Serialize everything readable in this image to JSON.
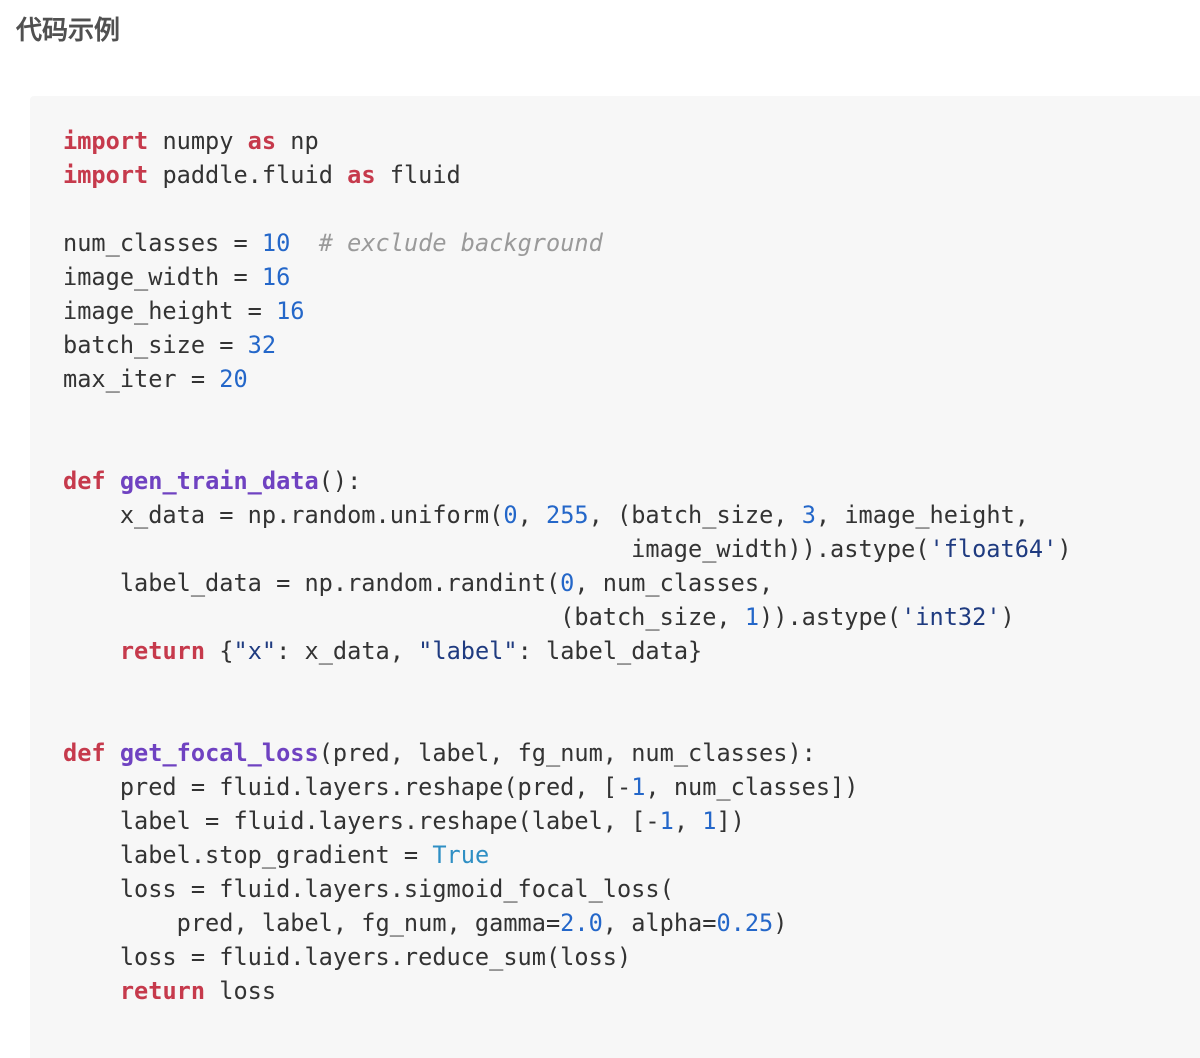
{
  "section": {
    "heading": "代码示例"
  },
  "code": {
    "language": "python",
    "lines": [
      [
        {
          "t": "import",
          "k": "keyword"
        },
        {
          "t": " numpy ",
          "k": "plain"
        },
        {
          "t": "as",
          "k": "keyword"
        },
        {
          "t": " np",
          "k": "plain"
        }
      ],
      [
        {
          "t": "import",
          "k": "keyword"
        },
        {
          "t": " paddle.fluid ",
          "k": "plain"
        },
        {
          "t": "as",
          "k": "keyword"
        },
        {
          "t": " fluid",
          "k": "plain"
        }
      ],
      [],
      [
        {
          "t": "num_classes = ",
          "k": "plain"
        },
        {
          "t": "10",
          "k": "number"
        },
        {
          "t": "  ",
          "k": "plain"
        },
        {
          "t": "# exclude background",
          "k": "comment"
        }
      ],
      [
        {
          "t": "image_width = ",
          "k": "plain"
        },
        {
          "t": "16",
          "k": "number"
        }
      ],
      [
        {
          "t": "image_height = ",
          "k": "plain"
        },
        {
          "t": "16",
          "k": "number"
        }
      ],
      [
        {
          "t": "batch_size = ",
          "k": "plain"
        },
        {
          "t": "32",
          "k": "number"
        }
      ],
      [
        {
          "t": "max_iter = ",
          "k": "plain"
        },
        {
          "t": "20",
          "k": "number"
        }
      ],
      [],
      [],
      [
        {
          "t": "def",
          "k": "keyword"
        },
        {
          "t": " ",
          "k": "plain"
        },
        {
          "t": "gen_train_data",
          "k": "funcname"
        },
        {
          "t": "():",
          "k": "plain"
        }
      ],
      [
        {
          "t": "    x_data = np.random.uniform(",
          "k": "plain"
        },
        {
          "t": "0",
          "k": "number"
        },
        {
          "t": ", ",
          "k": "plain"
        },
        {
          "t": "255",
          "k": "number"
        },
        {
          "t": ", (batch_size, ",
          "k": "plain"
        },
        {
          "t": "3",
          "k": "number"
        },
        {
          "t": ", image_height,",
          "k": "plain"
        }
      ],
      [
        {
          "t": "                                        image_width)).astype(",
          "k": "plain"
        },
        {
          "t": "'float64'",
          "k": "string"
        },
        {
          "t": ")",
          "k": "plain"
        }
      ],
      [
        {
          "t": "    label_data = np.random.randint(",
          "k": "plain"
        },
        {
          "t": "0",
          "k": "number"
        },
        {
          "t": ", num_classes,",
          "k": "plain"
        }
      ],
      [
        {
          "t": "                                   (batch_size, ",
          "k": "plain"
        },
        {
          "t": "1",
          "k": "number"
        },
        {
          "t": ")).astype(",
          "k": "plain"
        },
        {
          "t": "'int32'",
          "k": "string"
        },
        {
          "t": ")",
          "k": "plain"
        }
      ],
      [
        {
          "t": "    ",
          "k": "plain"
        },
        {
          "t": "return",
          "k": "keyword"
        },
        {
          "t": " {",
          "k": "plain"
        },
        {
          "t": "\"x\"",
          "k": "string"
        },
        {
          "t": ": x_data, ",
          "k": "plain"
        },
        {
          "t": "\"label\"",
          "k": "string"
        },
        {
          "t": ": label_data}",
          "k": "plain"
        }
      ],
      [],
      [],
      [
        {
          "t": "def",
          "k": "keyword"
        },
        {
          "t": " ",
          "k": "plain"
        },
        {
          "t": "get_focal_loss",
          "k": "funcname"
        },
        {
          "t": "(pred, label, fg_num, num_classes):",
          "k": "plain"
        }
      ],
      [
        {
          "t": "    pred = fluid.layers.reshape(pred, [-",
          "k": "plain"
        },
        {
          "t": "1",
          "k": "number"
        },
        {
          "t": ", num_classes])",
          "k": "plain"
        }
      ],
      [
        {
          "t": "    label = fluid.layers.reshape(label, [-",
          "k": "plain"
        },
        {
          "t": "1",
          "k": "number"
        },
        {
          "t": ", ",
          "k": "plain"
        },
        {
          "t": "1",
          "k": "number"
        },
        {
          "t": "])",
          "k": "plain"
        }
      ],
      [
        {
          "t": "    label.stop_gradient = ",
          "k": "plain"
        },
        {
          "t": "True",
          "k": "builtin"
        }
      ],
      [
        {
          "t": "    loss = fluid.layers.sigmoid_focal_loss(",
          "k": "plain"
        }
      ],
      [
        {
          "t": "        pred, label, fg_num, gamma=",
          "k": "plain"
        },
        {
          "t": "2.0",
          "k": "number"
        },
        {
          "t": ", alpha=",
          "k": "plain"
        },
        {
          "t": "0.25",
          "k": "number"
        },
        {
          "t": ")",
          "k": "plain"
        }
      ],
      [
        {
          "t": "    loss = fluid.layers.reduce_sum(loss)",
          "k": "plain"
        }
      ],
      [
        {
          "t": "    ",
          "k": "plain"
        },
        {
          "t": "return",
          "k": "keyword"
        },
        {
          "t": " loss",
          "k": "plain"
        }
      ]
    ]
  }
}
